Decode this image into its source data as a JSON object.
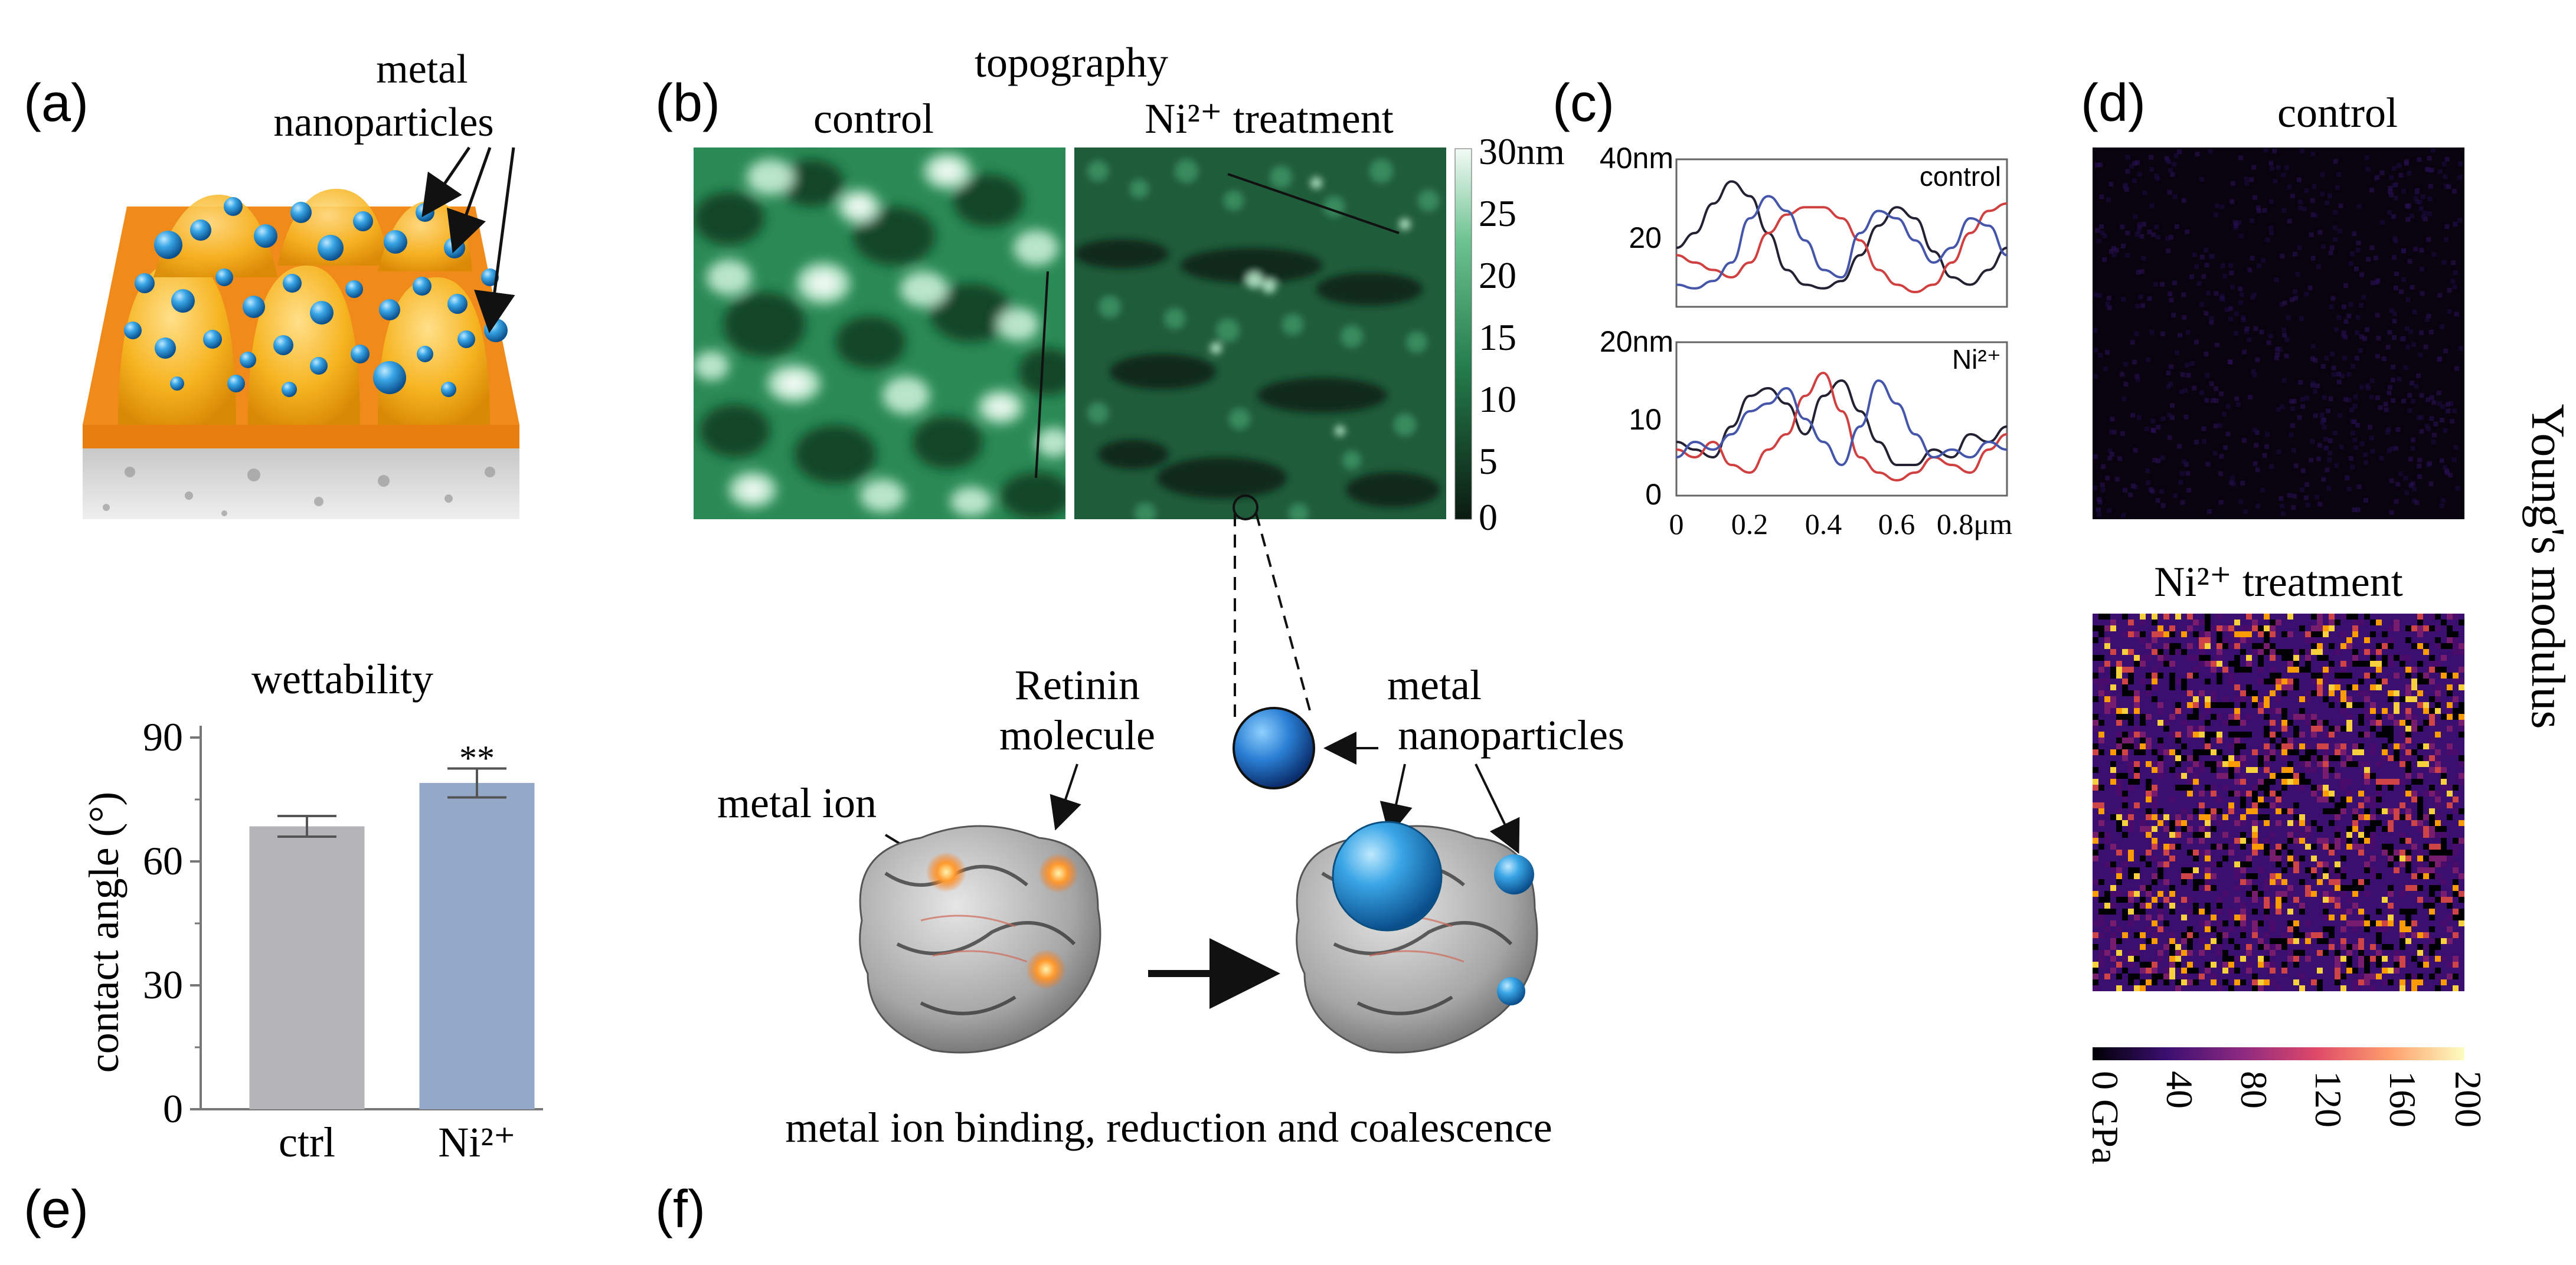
{
  "panel_letters": {
    "a": "(a)",
    "b": "(b)",
    "c": "(c)",
    "d": "(d)",
    "e": "(e)",
    "f": "(f)"
  },
  "panel_a": {
    "label_line1": "metal",
    "label_line2": "nanoparticles"
  },
  "panel_b": {
    "title": "topography",
    "left_label": "control",
    "right_label": "Ni²⁺ treatment",
    "scale_ticks": [
      "30nm",
      "25",
      "20",
      "15",
      "10",
      "5",
      "0"
    ],
    "colors": {
      "low": "#0d1f14",
      "mid": "#2e8b57",
      "high": "#e8f5ec"
    }
  },
  "panel_c": {
    "top_ylabels": [
      "40nm",
      "20"
    ],
    "top_tag": "control",
    "bottom_ylabels": [
      "20nm",
      "10",
      "0"
    ],
    "bottom_tag": "Ni²⁺",
    "xticks": [
      "0",
      "0.2",
      "0.4",
      "0.6",
      "0.8μm"
    ],
    "series_colors": [
      "#222233",
      "#d04040",
      "#4455aa"
    ]
  },
  "panel_d": {
    "top_label": "control",
    "bottom_label": "Ni²⁺ treatment",
    "side_label": "Young's modulus",
    "colorbar_ticks": [
      "0 GPa",
      "40",
      "80",
      "120",
      "160",
      "200"
    ]
  },
  "panel_e": {
    "title": "wettability",
    "ylabel": "contact angle (°)",
    "significance": "**"
  },
  "panel_f": {
    "retinin_line1": "Retinin",
    "retinin_line2": "molecule",
    "metal_ion": "metal ion",
    "np_line1": "metal",
    "np_line2": "nanoparticles",
    "caption": "metal ion binding, reduction and coalescence"
  },
  "chart_data": [
    {
      "type": "bar",
      "title": "wettability",
      "xlabel": "",
      "ylabel": "contact angle (°)",
      "categories": [
        "ctrl",
        "Ni²⁺"
      ],
      "values": [
        68.5,
        79
      ],
      "errors": [
        2.5,
        3.5
      ],
      "colors": [
        "#b5b5b9",
        "#94a8c8"
      ],
      "yticks": [
        0,
        30,
        60,
        90
      ],
      "ylim": [
        0,
        90
      ]
    },
    {
      "type": "line",
      "title": "control",
      "xlabel": "μm",
      "ylabel": "nm",
      "xlim": [
        0,
        0.9
      ],
      "ylim": [
        0,
        40
      ],
      "x": [
        0,
        0.05,
        0.1,
        0.15,
        0.2,
        0.25,
        0.3,
        0.35,
        0.4,
        0.45,
        0.5,
        0.55,
        0.6,
        0.65,
        0.7,
        0.75,
        0.8,
        0.85,
        0.9
      ],
      "series": [
        {
          "color": "#222233",
          "values": [
            16,
            20,
            28,
            34,
            30,
            20,
            10,
            6,
            5,
            7,
            14,
            22,
            27,
            24,
            15,
            8,
            6,
            10,
            16
          ]
        },
        {
          "color": "#d04040",
          "values": [
            14,
            12,
            10,
            8,
            12,
            20,
            25,
            27,
            27,
            24,
            18,
            10,
            6,
            4,
            6,
            12,
            20,
            26,
            28
          ]
        },
        {
          "color": "#4455aa",
          "values": [
            6,
            5,
            7,
            12,
            24,
            30,
            26,
            18,
            10,
            8,
            20,
            26,
            24,
            18,
            12,
            16,
            24,
            22,
            14
          ]
        }
      ]
    },
    {
      "type": "line",
      "title": "Ni²⁺",
      "xlabel": "μm",
      "ylabel": "nm",
      "xlim": [
        0,
        0.9
      ],
      "ylim": [
        0,
        20
      ],
      "x": [
        0,
        0.05,
        0.1,
        0.15,
        0.2,
        0.25,
        0.3,
        0.35,
        0.4,
        0.45,
        0.5,
        0.55,
        0.6,
        0.65,
        0.7,
        0.75,
        0.8,
        0.85,
        0.9
      ],
      "series": [
        {
          "color": "#222233",
          "values": [
            7,
            6,
            5,
            9,
            13,
            14,
            12,
            8,
            13,
            15,
            11,
            7,
            4,
            4,
            6,
            5,
            8,
            7,
            9
          ]
        },
        {
          "color": "#d04040",
          "values": [
            6,
            5,
            7,
            4,
            3,
            6,
            8,
            13,
            16,
            11,
            5,
            3,
            2,
            3,
            5,
            4,
            3,
            6,
            8
          ]
        },
        {
          "color": "#4455aa",
          "values": [
            5,
            7,
            6,
            8,
            11,
            12,
            14,
            10,
            7,
            4,
            9,
            15,
            12,
            8,
            5,
            6,
            5,
            7,
            6
          ]
        }
      ]
    }
  ]
}
